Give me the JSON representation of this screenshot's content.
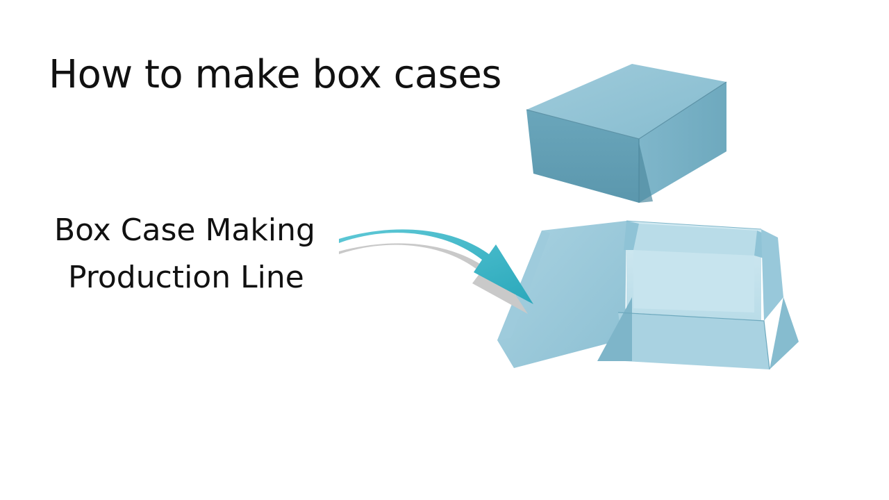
{
  "slide": {
    "title": "How to make box cases",
    "caption_line1": "Box Case Making",
    "caption_line2": "Production Line"
  },
  "colors": {
    "background": "#ffffff",
    "text": "#111111",
    "box_blue": "#8fc3d6",
    "box_blue_dark": "#5e9cb3",
    "box_blue_light": "#b7dce8",
    "arrow": "#3bb5c6"
  },
  "illustration": {
    "closed_box": "closed-box-photo",
    "open_box": "open-folding-box-photo",
    "arrow": "curved-arrow-icon"
  }
}
